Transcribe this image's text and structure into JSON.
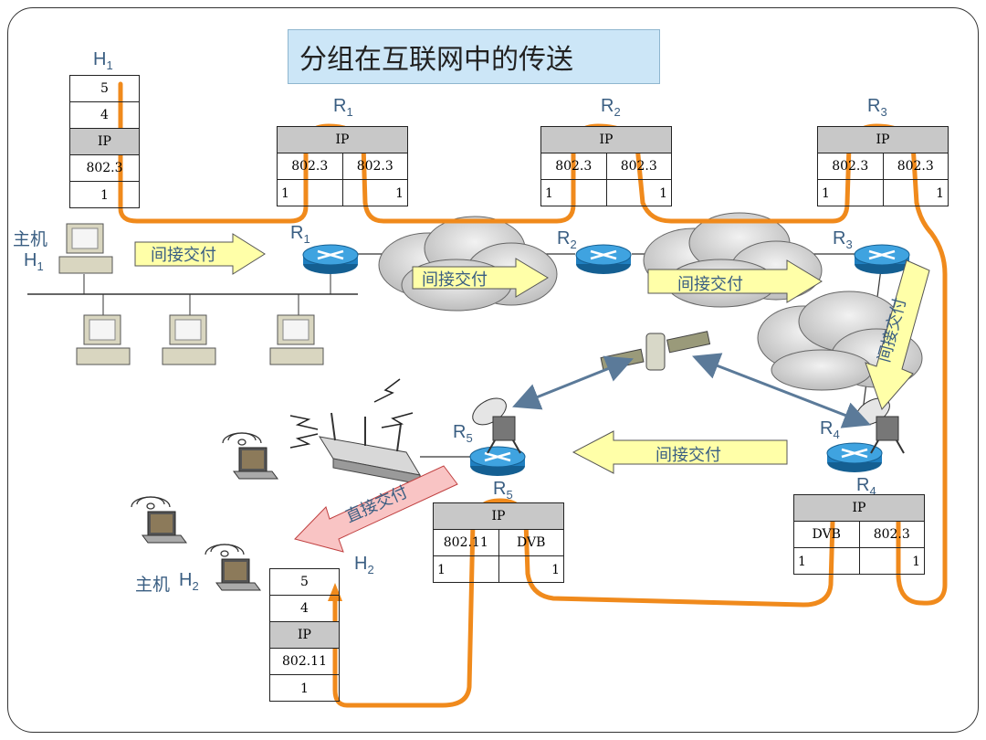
{
  "title": "分组在互联网中的传送",
  "labels": {
    "h1_top": "H",
    "h1_top_sub": "1",
    "r1_top": "R",
    "r1_top_sub": "1",
    "r2_top": "R",
    "r2_top_sub": "2",
    "r3_top": "R",
    "r3_top_sub": "3",
    "r1_node": "R",
    "r1_node_sub": "1",
    "r2_node": "R",
    "r2_node_sub": "2",
    "r3_node": "R",
    "r3_node_sub": "3",
    "r4_node": "R",
    "r4_node_sub": "4",
    "r4_table": "R",
    "r4_table_sub": "4",
    "r5_node": "R",
    "r5_node_sub": "5",
    "r5_table": "R",
    "r5_table_sub": "5",
    "h2_top": "H",
    "h2_top_sub": "2",
    "host1_cn": "主机",
    "host1_h": "H",
    "host1_h_sub": "1",
    "host2_cn": "主机",
    "host2_h": "H",
    "host2_h_sub": "2"
  },
  "arrows": {
    "a1": "间接交付",
    "a2": "间接交付",
    "a3": "间接交付",
    "a4": "间接交付",
    "a5": "间接交付",
    "direct": "直接交付"
  },
  "h1_stack": [
    "5",
    "4",
    "IP",
    "802.3",
    "1"
  ],
  "h2_stack": [
    "5",
    "4",
    "IP",
    "802.11",
    "1"
  ],
  "r1_table": {
    "ip": "IP",
    "left": "802.3",
    "right": "802.3",
    "bl": "1",
    "br": "1"
  },
  "r2_table": {
    "ip": "IP",
    "left": "802.3",
    "right": "802.3",
    "bl": "1",
    "br": "1"
  },
  "r3_table": {
    "ip": "IP",
    "left": "802.3",
    "right": "802.3",
    "bl": "1",
    "br": "1"
  },
  "r5_table": {
    "ip": "IP",
    "left": "802.11",
    "right": "DVB",
    "bl": "1",
    "br": "1"
  },
  "r4_table": {
    "ip": "IP",
    "left": "DVB",
    "right": "802.3",
    "bl": "1",
    "br": "1"
  },
  "colors": {
    "path": "#f08a1c",
    "arrow_fill": "#ffffa8",
    "direct_fill": "#f9c4c4",
    "title_bg": "#cce6f7",
    "router": "#1f7fc0"
  }
}
